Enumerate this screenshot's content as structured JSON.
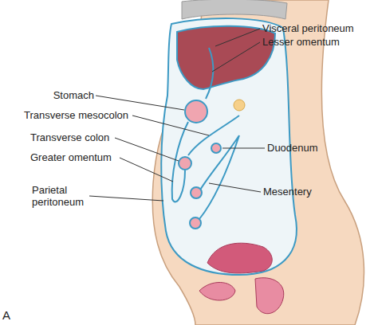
{
  "diagram": {
    "labels": [
      "Visceral peritoneum",
      "Lesser omentum",
      "Stomach",
      "Transverse mesocolon",
      "Transverse colon",
      "Greater omentum",
      "Parietal peritoneum",
      "Duodenum",
      "Mesentery",
      "A"
    ]
  }
}
